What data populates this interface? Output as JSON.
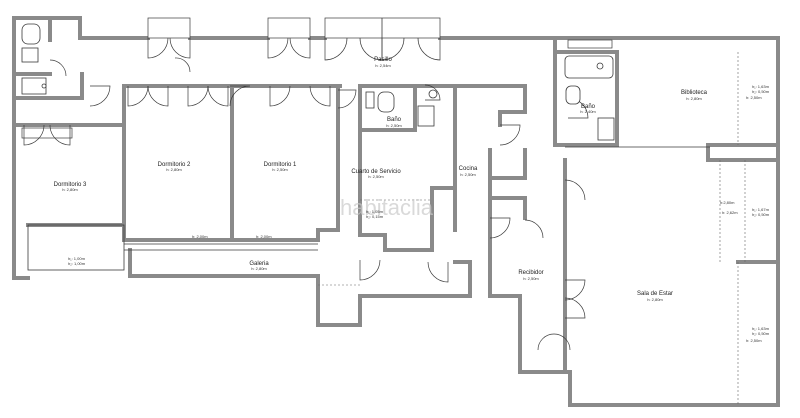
{
  "watermark": "habitaclia",
  "rooms": {
    "pasillo": {
      "name": "Pasillo",
      "height": "h: 2,54m"
    },
    "biblioteca": {
      "name": "Biblioteca",
      "height": "h: 2,80m"
    },
    "bano_right": {
      "name": "Baño",
      "height": "h: 2,40m"
    },
    "bano_center": {
      "name": "Baño",
      "height": "h: 2,50m"
    },
    "dormitorio2": {
      "name": "Dormitorio 2",
      "height": "h: 2,80m"
    },
    "dormitorio1": {
      "name": "Dormitorio 1",
      "height": "h: 2,50m"
    },
    "dormitorio3": {
      "name": "Dormitorio 3",
      "height": "h: 2,80m"
    },
    "cuarto_servicio": {
      "name": "Cuarto de Servicio",
      "height": "h: 2,50m"
    },
    "cocina": {
      "name": "Cocina",
      "height": "h: 2,50m"
    },
    "recibidor": {
      "name": "Recibidor",
      "height": "h: 2,50m"
    },
    "sala_estar": {
      "name": "Sala de Estar",
      "height": "h: 2,80m"
    },
    "galeria": {
      "name": "Galeria",
      "height": "h: 2,80m"
    }
  },
  "notes": {
    "dorm2_bottom": "h: 2,00m",
    "dorm1_bottom": "h: 2,00m",
    "dorm3_bottom_a": "h₁: 1,00m",
    "dorm3_bottom_b": "h₂: 1,00m",
    "cuarto_low_a": "h₁: 1,05m",
    "cuarto_low_b": "h₂: 0,15m",
    "right_top_a": "h₁: 1,63m",
    "right_top_b": "h₂: 0,50m",
    "right_top_c": "h: 2,50m",
    "right_mid_a": "h:2,80m",
    "right_mid_b": "h: 2,62m",
    "right_mid_c": "h₁: 1,67m",
    "right_mid_d": "h₂: 0,50m",
    "right_bot_a": "h₁: 1,63m",
    "right_bot_b": "h₂: 0,50m",
    "right_bot_c": "h: 2,50m"
  }
}
